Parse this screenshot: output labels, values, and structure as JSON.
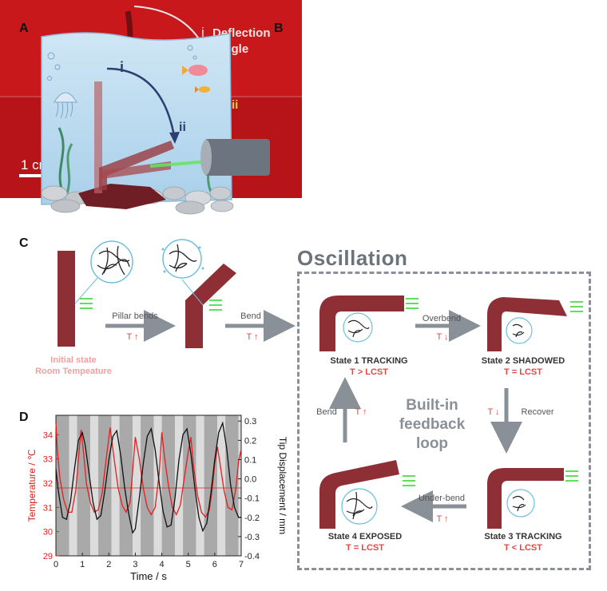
{
  "panels": {
    "a": "A",
    "b": "B",
    "c": "C",
    "d": "D"
  },
  "panel_a": {
    "arrow_i": "i",
    "arrow_ii": "ii"
  },
  "panel_b": {
    "label_i": "i",
    "label_deflection": "Deflection",
    "label_angle": "angle",
    "label_ii": "ii",
    "scale": "1 cm"
  },
  "panel_c": {
    "title": "Oscillation",
    "arrow1": {
      "label": "Pillar bends",
      "t": "T ↑"
    },
    "arrow2": {
      "label": "Bend",
      "t": "T ↑"
    },
    "initial": {
      "line1": "Initial state",
      "line2": "Room Tempeature"
    },
    "feedback": {
      "line1": "Built-in",
      "line2": "feedback",
      "line3": "loop"
    },
    "states": [
      {
        "name": "State 1 TRACKING",
        "cond": "T > LCST"
      },
      {
        "name": "State 2 SHADOWED",
        "cond": "T = LCST"
      },
      {
        "name": "State 3 TRACKING",
        "cond": "T < LCST"
      },
      {
        "name": "State 4 EXPOSED",
        "cond": "T = LCST"
      }
    ],
    "transitions": [
      {
        "label": "Overbend",
        "t": "T ↓"
      },
      {
        "label": "Recover",
        "t": "T ↓"
      },
      {
        "label": "Under-bend",
        "t": "T ↑"
      },
      {
        "label": "Bend",
        "t": "T ↑"
      }
    ]
  },
  "colors": {
    "pillar": "#8e2f35",
    "red_bg": "#c8181c",
    "green": "#5fe05a",
    "temp_line": "#e0201e",
    "disp_line": "#111111",
    "dash": "#8a9098",
    "pink": "#e04848"
  },
  "chart_data": {
    "type": "line",
    "xlabel": "Time / s",
    "ylabel_left": "Temperature / ℃",
    "ylabel_right": "Tip Displacement / mm",
    "xlim": [
      0,
      7
    ],
    "ylim_left": [
      29,
      34.8
    ],
    "ylim_right": [
      -0.4,
      0.33
    ],
    "x_ticks": [
      0,
      1,
      2,
      3,
      4,
      5,
      6,
      7
    ],
    "y_left_ticks": [
      29,
      30,
      31,
      32,
      33,
      34
    ],
    "y_right_ticks": [
      -0.4,
      -0.3,
      -0.2,
      -0.1,
      0.0,
      0.1,
      0.2,
      0.3
    ],
    "y_right_tick_labels": [
      "-0.4",
      "-0.3",
      "-0.2",
      "-0.1",
      "0.0",
      "0.1",
      "0.2",
      "0.3"
    ],
    "reference_line_left": 31.8,
    "series": [
      {
        "axis": "left",
        "color": "#e0201e",
        "x": [
          0,
          0.05,
          0.15,
          0.3,
          0.45,
          0.6,
          0.75,
          0.85,
          0.95,
          1.05,
          1.15,
          1.3,
          1.45,
          1.6,
          1.75,
          1.9,
          2.05,
          2.2,
          2.35,
          2.5,
          2.65,
          2.8,
          2.9,
          3.0,
          3.15,
          3.3,
          3.45,
          3.6,
          3.75,
          3.9,
          4.0,
          4.1,
          4.25,
          4.4,
          4.55,
          4.7,
          4.85,
          5.0,
          5.1,
          5.2,
          5.35,
          5.5,
          5.65,
          5.8,
          5.9,
          6.0,
          6.1,
          6.2,
          6.35,
          6.5,
          6.65,
          6.8,
          6.9,
          7.0
        ],
        "y": [
          34.5,
          33.4,
          32.2,
          31.3,
          30.8,
          30.8,
          31.7,
          33.0,
          34.2,
          33.2,
          32.0,
          31.2,
          30.8,
          30.9,
          31.6,
          33.0,
          34.3,
          33.0,
          31.8,
          31.1,
          30.8,
          31.2,
          32.5,
          33.9,
          33.0,
          31.8,
          31.0,
          30.7,
          31.0,
          32.4,
          34.1,
          33.1,
          31.9,
          31.0,
          30.7,
          31.1,
          32.2,
          33.3,
          33.9,
          32.7,
          31.5,
          30.8,
          30.6,
          30.9,
          31.7,
          32.8,
          33.5,
          32.8,
          31.7,
          31.0,
          30.9,
          31.8,
          32.9,
          33.4
        ]
      },
      {
        "axis": "right",
        "color": "#111111",
        "x": [
          0,
          0.1,
          0.25,
          0.4,
          0.55,
          0.7,
          0.85,
          1.0,
          1.1,
          1.25,
          1.4,
          1.55,
          1.7,
          1.85,
          2.0,
          2.15,
          2.3,
          2.45,
          2.6,
          2.75,
          2.9,
          3.0,
          3.15,
          3.3,
          3.45,
          3.6,
          3.75,
          3.9,
          4.05,
          4.2,
          4.35,
          4.5,
          4.65,
          4.8,
          4.95,
          5.1,
          5.25,
          5.4,
          5.55,
          5.7,
          5.85,
          6.0,
          6.15,
          6.3,
          6.45,
          6.6,
          6.75,
          6.9,
          7.0
        ],
        "y": [
          0.05,
          -0.07,
          -0.2,
          -0.21,
          -0.12,
          0.05,
          0.2,
          0.24,
          0.18,
          0.03,
          -0.12,
          -0.21,
          -0.19,
          -0.06,
          0.1,
          0.22,
          0.25,
          0.12,
          -0.05,
          -0.18,
          -0.28,
          -0.26,
          -0.1,
          0.08,
          0.22,
          0.26,
          0.15,
          -0.02,
          -0.17,
          -0.25,
          -0.24,
          -0.1,
          0.1,
          0.23,
          0.26,
          0.13,
          -0.05,
          -0.2,
          -0.27,
          -0.23,
          -0.08,
          0.1,
          0.24,
          0.29,
          0.16,
          -0.03,
          -0.15,
          -0.2,
          -0.2
        ]
      }
    ],
    "shading": [
      {
        "from": 0,
        "to": 0.5,
        "tone": "dark"
      },
      {
        "from": 0.5,
        "to": 0.8,
        "tone": "light"
      },
      {
        "from": 0.8,
        "to": 1.3,
        "tone": "dark"
      },
      {
        "from": 1.3,
        "to": 1.6,
        "tone": "light"
      },
      {
        "from": 1.6,
        "to": 2.1,
        "tone": "dark"
      },
      {
        "from": 2.1,
        "to": 2.4,
        "tone": "light"
      },
      {
        "from": 2.4,
        "to": 2.9,
        "tone": "dark"
      },
      {
        "from": 2.9,
        "to": 3.2,
        "tone": "light"
      },
      {
        "from": 3.2,
        "to": 3.7,
        "tone": "dark"
      },
      {
        "from": 3.7,
        "to": 4.0,
        "tone": "light"
      },
      {
        "from": 4.0,
        "to": 4.5,
        "tone": "dark"
      },
      {
        "from": 4.5,
        "to": 4.8,
        "tone": "light"
      },
      {
        "from": 4.8,
        "to": 5.3,
        "tone": "dark"
      },
      {
        "from": 5.3,
        "to": 5.6,
        "tone": "light"
      },
      {
        "from": 5.6,
        "to": 6.1,
        "tone": "dark"
      },
      {
        "from": 6.1,
        "to": 6.4,
        "tone": "light"
      },
      {
        "from": 6.4,
        "to": 6.9,
        "tone": "dark"
      },
      {
        "from": 6.9,
        "to": 7.0,
        "tone": "light"
      }
    ]
  }
}
